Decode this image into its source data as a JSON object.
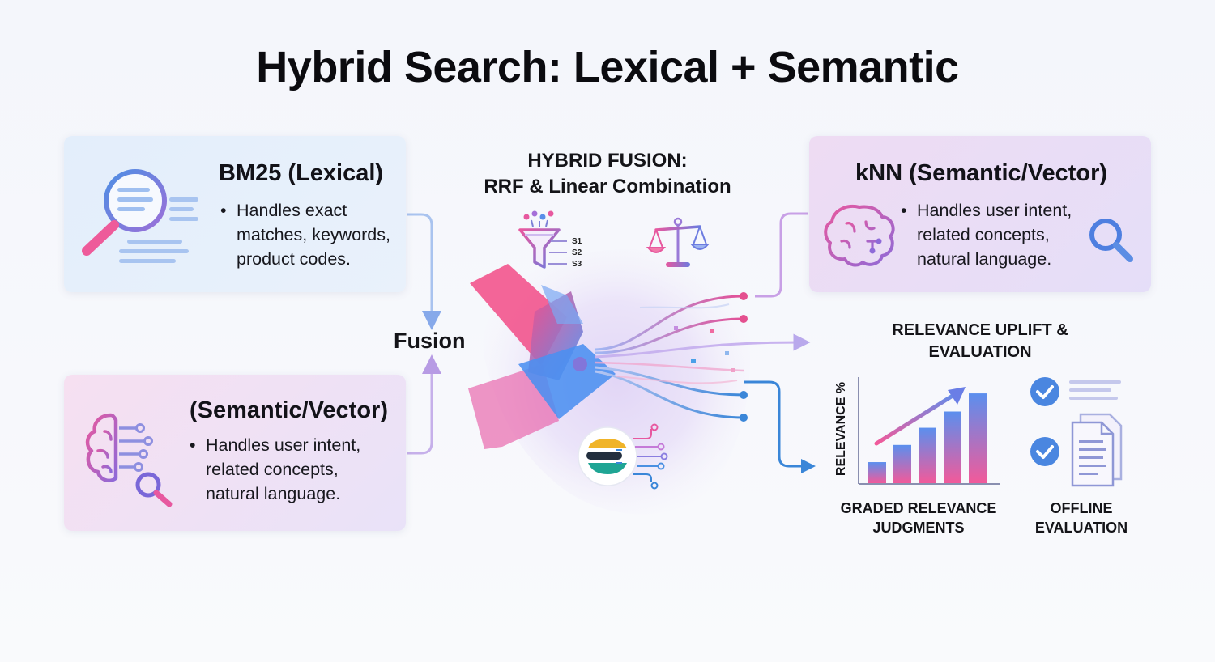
{
  "title": "Hybrid Search: Lexical + Semantic",
  "bm25_card": {
    "heading": "BM25 (Lexical)",
    "bullets": [
      {
        "lines": [
          "Handles exact",
          "matches, keywords,",
          "product codes."
        ]
      }
    ]
  },
  "semantic_card": {
    "heading": "(Semantic/Vector)",
    "bullets": [
      {
        "lines": [
          "Handles user intent,",
          "related concepts,",
          "natural language."
        ]
      }
    ]
  },
  "knn_card": {
    "heading": "kNN (Semantic/Vector)",
    "bullets": [
      {
        "lines": [
          "Handles user intent,",
          "related concepts,",
          "natural language."
        ]
      }
    ]
  },
  "bullet_glyph": "•",
  "fusion": {
    "title_line1": "HYBRID FUSION:",
    "title_line2": "RRF & Linear Combination",
    "label": "Fusion",
    "score_labels": [
      "S1",
      "S2",
      "S3"
    ]
  },
  "evaluation": {
    "title_line1": "RELEVANCE UPLIFT &",
    "title_line2": "EVALUATION",
    "axis_label": "RELEVANCE %",
    "bar_levels": [
      0.22,
      0.4,
      0.58,
      0.75,
      0.94
    ],
    "graded_caption_line1": "GRADED RELEVANCE",
    "graded_caption_line2": "JUDGMENTS",
    "offline_caption_line1": "OFFLINE",
    "offline_caption_line2": "EVALUATION"
  },
  "icons": {
    "bm25": "magnifier-document-icon",
    "semantic": "brain-circuit-icon",
    "knn": "brain-circuit-icon",
    "funnel": "funnel-icon",
    "scale": "balance-scale-icon",
    "elastic": "elastic-logo-icon",
    "check": "checkmark-circle-icon",
    "document": "document-stack-icon"
  },
  "colors": {
    "blue": "#4a90e2",
    "pink": "#ef4f8f",
    "purple": "#a577d6",
    "dark": "#111111"
  }
}
